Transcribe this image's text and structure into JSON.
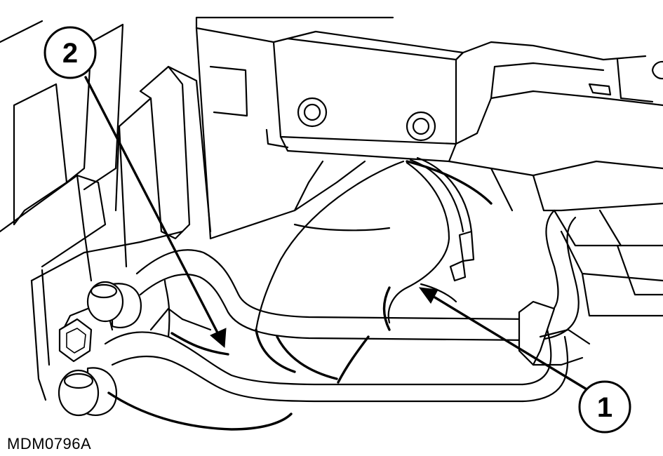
{
  "figure": {
    "code": "MDM0796A",
    "callouts": [
      {
        "label": "1"
      },
      {
        "label": "2"
      }
    ]
  },
  "colors": {
    "line": "#000000",
    "background": "#ffffff"
  }
}
